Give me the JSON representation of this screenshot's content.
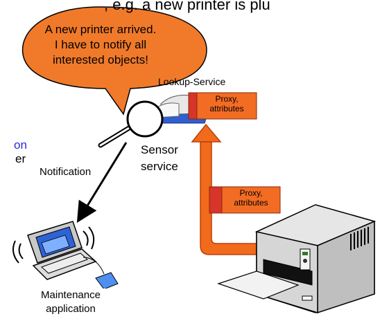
{
  "top_caption_fragment": ", e.g. a new printer is plu",
  "speech_bubble": {
    "lines": [
      "A new printer arrived.",
      "I have to notify all",
      "interested objects!"
    ]
  },
  "lookup_service_label": "Lookup-Service",
  "proxy_lookup": {
    "lines": [
      "Proxy,",
      "attributes"
    ]
  },
  "proxy_printer": {
    "lines": [
      "Proxy,",
      "attributes"
    ]
  },
  "sensor_label": {
    "lines": [
      "Sensor",
      "service"
    ]
  },
  "notification_label": "Notification",
  "left_fragment": {
    "blue_text": "on",
    "black_text": "er"
  },
  "maintenance_label": {
    "lines": [
      "Maintenance",
      "application"
    ]
  },
  "colors": {
    "bubble_fill": "#f07a2a",
    "arrow_orange": "#f26a1b",
    "proxy_box": "#f36c24",
    "proxy_box_dark": "#d7342a",
    "book_blue": "#2f5fd0",
    "link_blue": "#2b2bd6"
  }
}
